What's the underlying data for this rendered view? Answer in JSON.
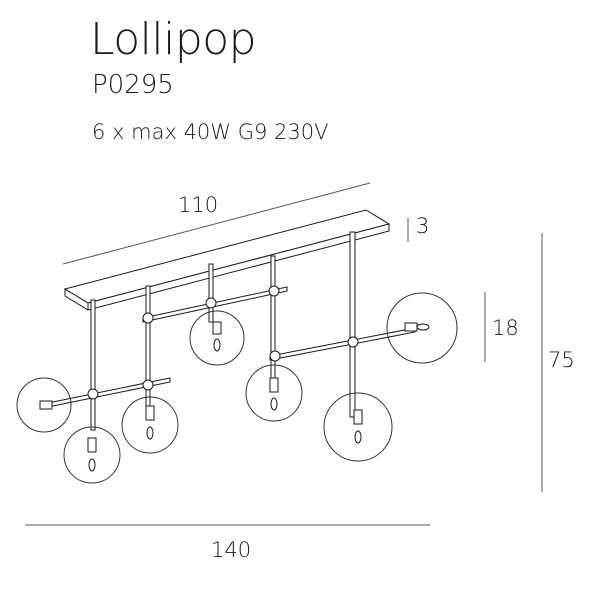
{
  "product": {
    "name": "Lollipop",
    "code": "P0295",
    "spec": "6 x  max 40W G9 230V"
  },
  "dimensions": {
    "canopy_length": "110",
    "canopy_height": "3",
    "globe_diameter": "18",
    "total_height": "75",
    "total_width": "140"
  },
  "colors": {
    "line": "#1a1a1a",
    "dim_line": "#555555"
  }
}
